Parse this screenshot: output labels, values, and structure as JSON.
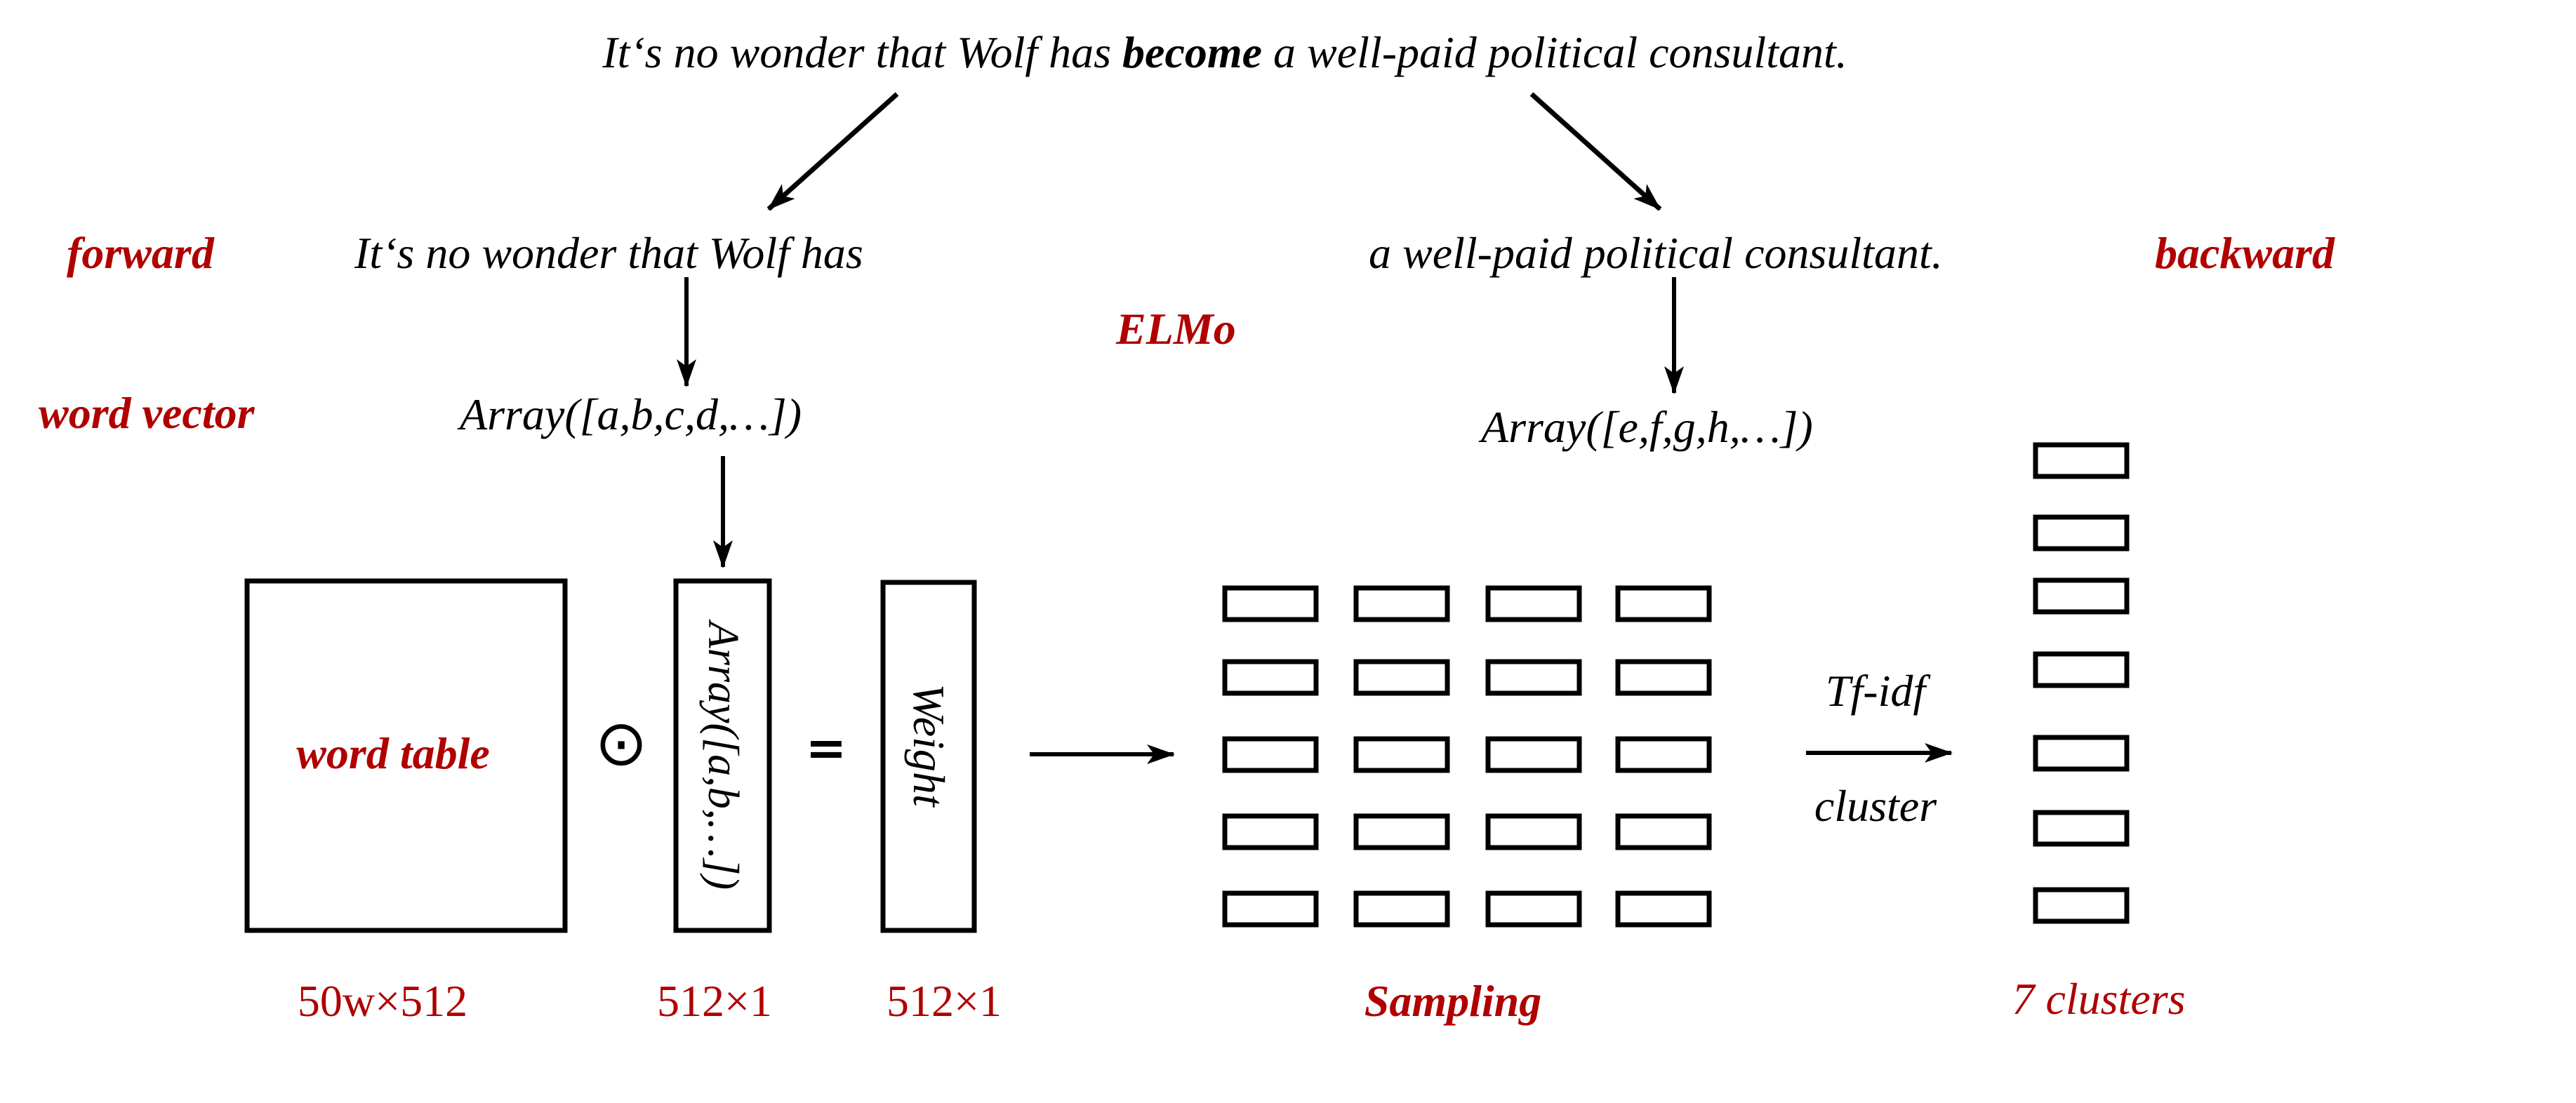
{
  "sentence": {
    "part1": "It‘s no wonder that Wolf has ",
    "bold_word": "become",
    "part2": " a well-paid political consultant."
  },
  "forward": {
    "label": "forward",
    "text": "It‘s no wonder that Wolf has",
    "vector": "Array([a,b,c,d,…])"
  },
  "backward": {
    "label": "backward",
    "text": "a well-paid political consultant.",
    "vector": "Array([e,f,g,h,…])"
  },
  "elmo_label": "ELMo",
  "word_vector_label": "word vector",
  "word_table": {
    "label": "word table",
    "dim": "50w×512"
  },
  "odot_symbol": "⊙",
  "column_vector": {
    "text": "Array([a,b,…])",
    "dim": "512×1"
  },
  "equals_symbol": "=",
  "weight": {
    "text": "Weight",
    "dim": "512×1"
  },
  "sampling_label": "Sampling",
  "tfidf_label": "Tf-idf",
  "cluster_label": "cluster",
  "clusters_label": "7 clusters",
  "colors": {
    "text": "#000000",
    "accent_red": "#b00000",
    "stroke": "#000000"
  }
}
